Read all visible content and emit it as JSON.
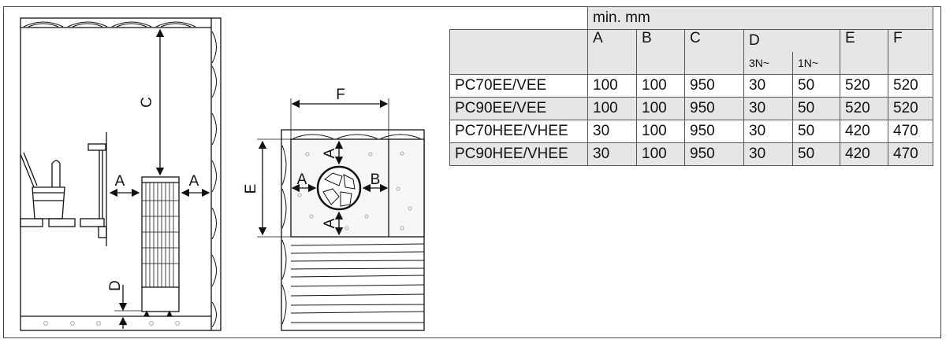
{
  "diagram": {
    "labels": {
      "A": "A",
      "B": "B",
      "C": "C",
      "D": "D",
      "E": "E",
      "F": "F"
    }
  },
  "table": {
    "unit_header": "min. mm",
    "columns": [
      "A",
      "B",
      "C",
      "D",
      "E",
      "F"
    ],
    "d_subcolumns": [
      "3N~",
      "1N~"
    ],
    "rows": [
      {
        "model": "PC70EE/VEE",
        "A": "100",
        "B": "100",
        "C": "950",
        "D3": "30",
        "D1": "50",
        "E": "520",
        "F": "520"
      },
      {
        "model": "PC90EE/VEE",
        "A": "100",
        "B": "100",
        "C": "950",
        "D3": "30",
        "D1": "50",
        "E": "520",
        "F": "520"
      },
      {
        "model": "PC70HEE/VHEE",
        "A": "30",
        "B": "100",
        "C": "950",
        "D3": "30",
        "D1": "50",
        "E": "420",
        "F": "470"
      },
      {
        "model": "PC90HEE/VHEE",
        "A": "30",
        "B": "100",
        "C": "950",
        "D3": "30",
        "D1": "50",
        "E": "420",
        "F": "470"
      }
    ]
  },
  "colors": {
    "line": "#111111",
    "header_bg": "#e6e6e6",
    "border": "#555555"
  }
}
